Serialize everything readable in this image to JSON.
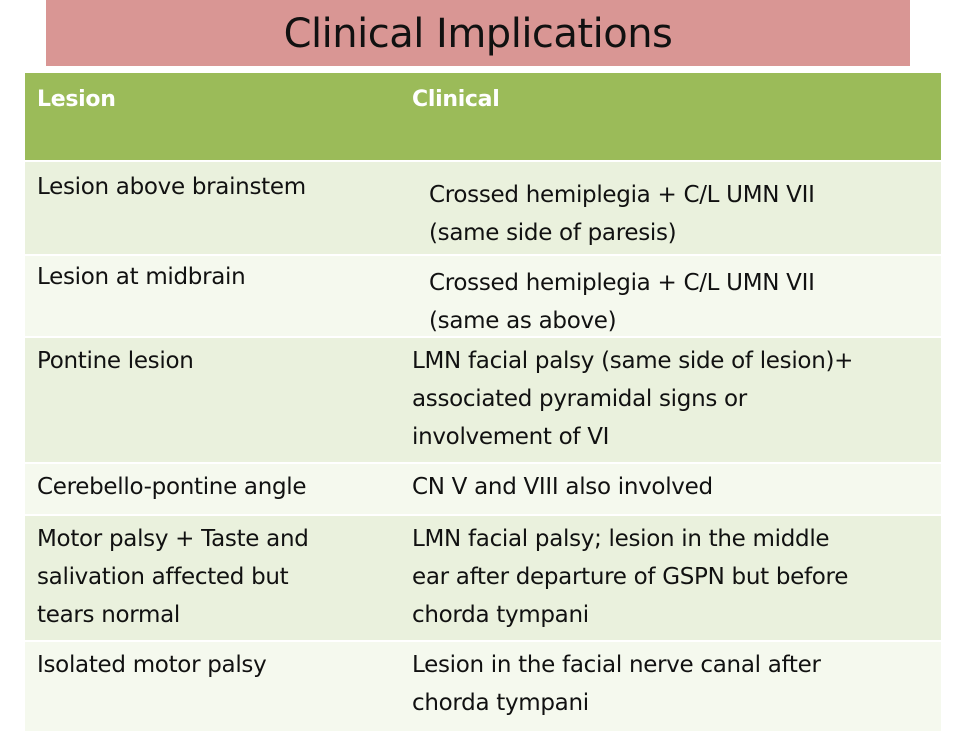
{
  "slide": {
    "title": "Clinical Implications"
  },
  "table": {
    "headers": [
      "Lesion",
      "Clinical"
    ],
    "rows": [
      {
        "lesion": "Lesion above brainstem",
        "clinical": "Crossed hemiplegia + C/L UMN VII\n(same side of paresis)"
      },
      {
        "lesion": "Lesion at midbrain",
        "clinical": "Crossed hemiplegia + C/L UMN VII\n(same as above)"
      },
      {
        "lesion": "Pontine lesion",
        "clinical": "LMN facial palsy (same side of lesion)+\nassociated pyramidal signs or\ninvolvement of VI"
      },
      {
        "lesion": "Cerebello-pontine angle",
        "clinical": "CN V and VIII also involved"
      },
      {
        "lesion": "Motor palsy + Taste and\nsalivation affected but\ntears normal",
        "clinical": "LMN facial palsy; lesion in the middle\near after departure of GSPN but before\nchorda tympani"
      },
      {
        "lesion": "Isolated motor palsy",
        "clinical": "Lesion in the facial nerve canal after\nchorda tympani"
      }
    ]
  },
  "colors": {
    "title_bar": "#d99694",
    "header_bg": "#9bbb59",
    "row_odd": "#eaf1dd",
    "row_even": "#f5f9ee"
  }
}
